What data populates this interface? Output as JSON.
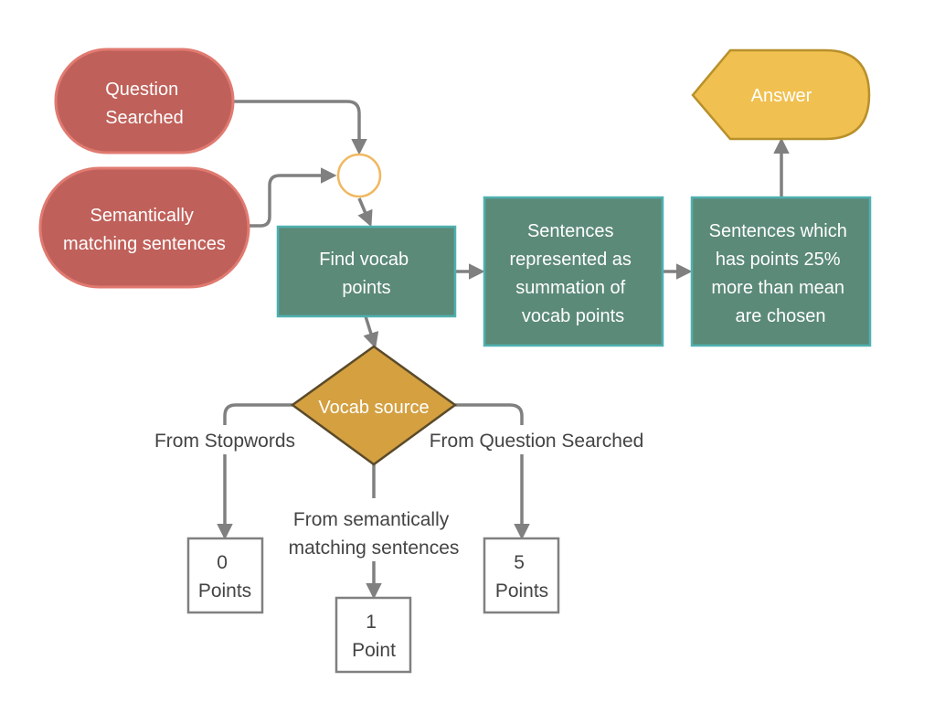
{
  "nodes": {
    "question_searched": {
      "lines": [
        "Question",
        "Searched"
      ],
      "shape": "terminator",
      "fill": "#c0605a",
      "stroke": "#e07a70"
    },
    "semantic_sentences": {
      "lines": [
        "Semantically",
        "matching sentences"
      ],
      "shape": "terminator",
      "fill": "#c0605a",
      "stroke": "#e07a70"
    },
    "merge_circle": {
      "shape": "circle",
      "stroke": "#f0b860"
    },
    "find_vocab": {
      "lines": [
        "Find vocab",
        "points"
      ],
      "shape": "process",
      "fill": "#5b8a78",
      "stroke": "#4fb0b0"
    },
    "summation": {
      "lines": [
        "Sentences",
        "represented as",
        "summation of",
        "vocab points"
      ],
      "shape": "process",
      "fill": "#5b8a78",
      "stroke": "#4fb0b0"
    },
    "chosen": {
      "lines": [
        "Sentences which",
        "has points 25%",
        "more than mean",
        "are chosen"
      ],
      "shape": "process",
      "fill": "#5b8a78",
      "stroke": "#4fb0b0"
    },
    "answer": {
      "lines": [
        "Answer"
      ],
      "shape": "display",
      "fill": "#f0c050",
      "stroke": "#b8902a"
    },
    "vocab_source": {
      "lines": [
        "Vocab source"
      ],
      "shape": "decision",
      "fill": "#d4a040",
      "stroke": "#5a4a2a"
    },
    "zero_points": {
      "lines": [
        "0",
        "Points"
      ],
      "shape": "box"
    },
    "one_point": {
      "lines": [
        "1",
        "Point"
      ],
      "shape": "box"
    },
    "five_points": {
      "lines": [
        "5",
        "Points"
      ],
      "shape": "box"
    }
  },
  "edge_labels": {
    "stopwords": "From Stopwords",
    "semantic": [
      "From semantically",
      "matching sentences"
    ],
    "question": "From Question Searched"
  },
  "colors": {
    "connector": "#808080",
    "label_text": "#444444",
    "box_border": "#808080"
  }
}
